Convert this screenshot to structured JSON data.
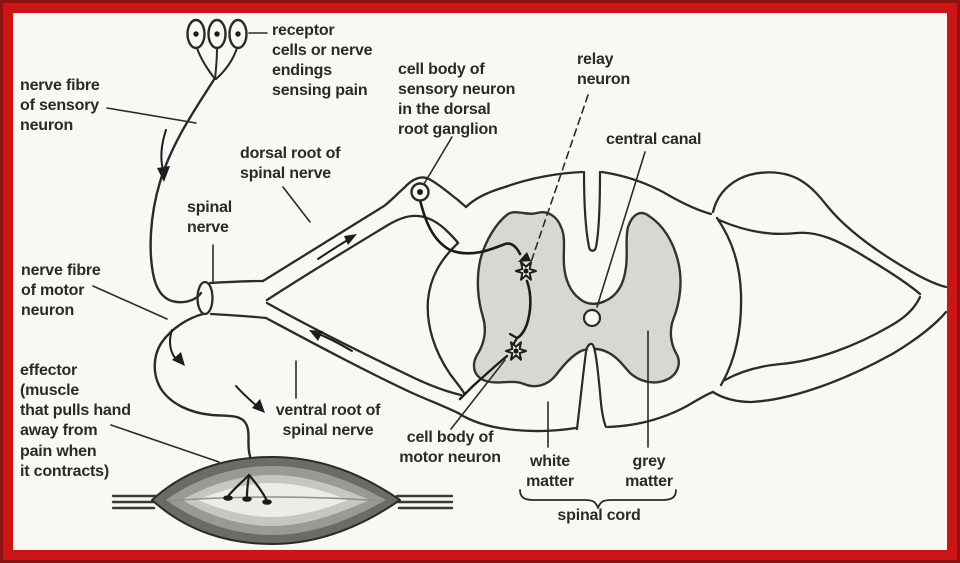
{
  "diagram": {
    "subject": "reflex arc with spinal cord cross-section"
  },
  "labels": {
    "receptor": "receptor\ncells or nerve\nendings\nsensing pain",
    "nerve_fibre_sensory": "nerve fibre\nof sensory\nneuron",
    "cell_body_sensory": "cell body of\nsensory neuron\nin the dorsal\nroot ganglion",
    "relay_neuron": "relay\nneuron",
    "central_canal": "central canal",
    "dorsal_root": "dorsal root of\nspinal nerve",
    "spinal_nerve": "spinal\nnerve",
    "nerve_fibre_motor": "nerve fibre\nof motor\nneuron",
    "effector": "effector\n(muscle\nthat pulls hand\naway from\npain when\nit contracts)",
    "ventral_root": "ventral root of\nspinal nerve",
    "cell_body_motor": "cell body of\nmotor neuron",
    "white_matter": "white\nmatter",
    "grey_matter": "grey\nmatter",
    "spinal_cord": "spinal cord"
  },
  "colors": {
    "border_outer": "#8a1210",
    "border_inner": "#cb1413",
    "background": "#f9f8f5",
    "ink": "#2b2b28",
    "neuron_ink": "#1c1c1a",
    "grey_matter": "#d8d7d1",
    "muscle_outer": "#6b6b68",
    "muscle_mid": "#999995",
    "muscle_light": "#c7c6c1",
    "muscle_core": "#edece7"
  }
}
